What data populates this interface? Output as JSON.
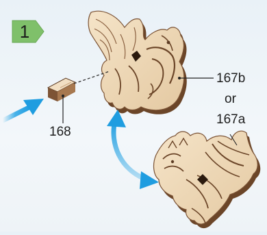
{
  "step": {
    "number": "1",
    "badge_color": "#7fc06a"
  },
  "labels": {
    "part_small": "168",
    "part_large_a": "167b",
    "part_large_or": "or",
    "part_large_b": "167a"
  },
  "colors": {
    "arrow_blue": "#2aa6e6",
    "wood_light": "#f0dcbd",
    "wood_edge": "#7a5234",
    "wood_dark": "#5b3a22"
  }
}
